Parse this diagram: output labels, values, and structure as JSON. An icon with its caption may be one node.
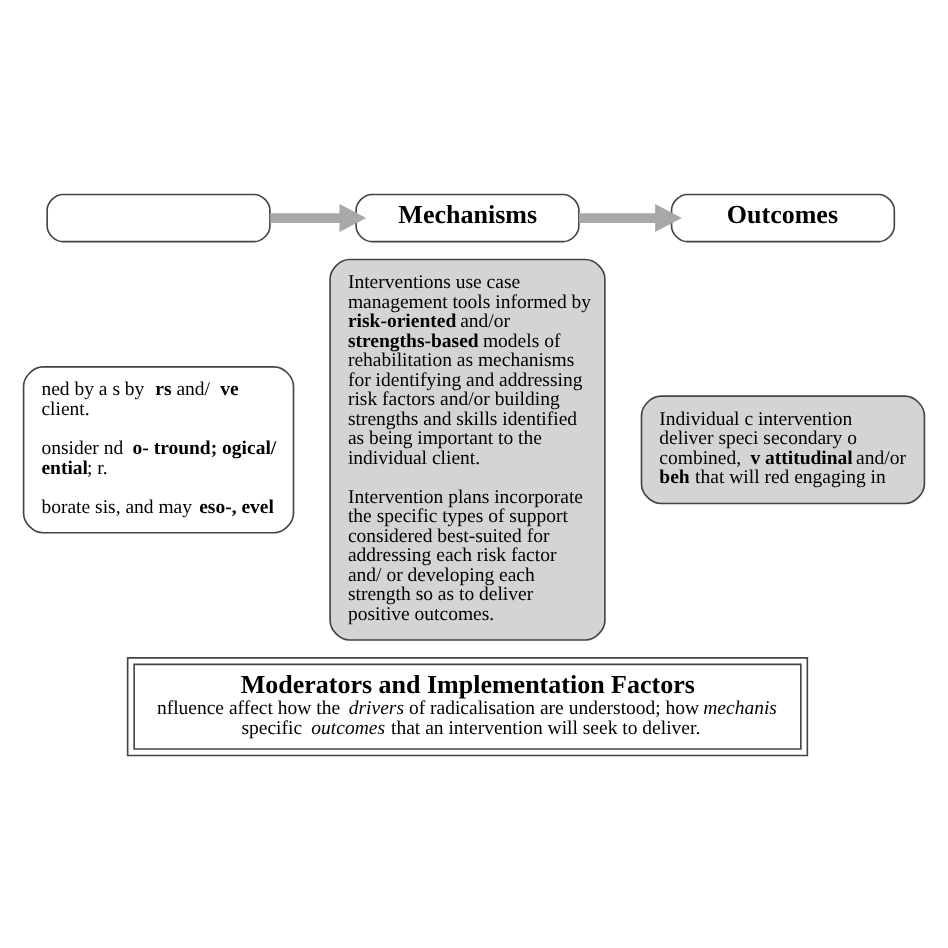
{
  "diagram": {
    "nodes": [
      {
        "text": [],
        "shape": "box"
      },
      {
        "text": [
          "ned by a s by **rs** and/ **ve** client.",
          "onsider nd **o- tround; ogical/ ential**; r.",
          "borate sis, and may **eso-, evel**"
        ]
      },
      {
        "text": [
          "Mechanisms"
        ]
      },
      {
        "text": [
          "Interventions use case management tools informed by **risk-oriented** and/or **strengths-based** models of rehabilitation as mechanisms for identifying and addressing risk factors and/or building strengths and skills identified as being important to the individual client.",
          "Intervention plans incorporate the specific types of support considered best-suited for addressing each risk factor and/ or developing each strength so as to deliver positive outcomes."
        ]
      },
      {
        "text": [
          "Outcomes"
        ]
      },
      {
        "text": [
          "Individual c intervention deliver speci secondary o combined, **v attitudinal** and/or **beh** that will red engaging in"
        ]
      },
      {
        "text": [
          "Moderators and Implementation Factors",
          "nfluence affect how the *drivers* of radicalisation are understood; how *mechanis* specific *outcomes* that an intervention will seek to deliver."
        ]
      }
    ],
    "edges": [
      {
        "from": 0,
        "to": 2,
        "arrow": "to"
      },
      {
        "from": 2,
        "to": 4,
        "arrow": "to"
      }
    ]
  }
}
